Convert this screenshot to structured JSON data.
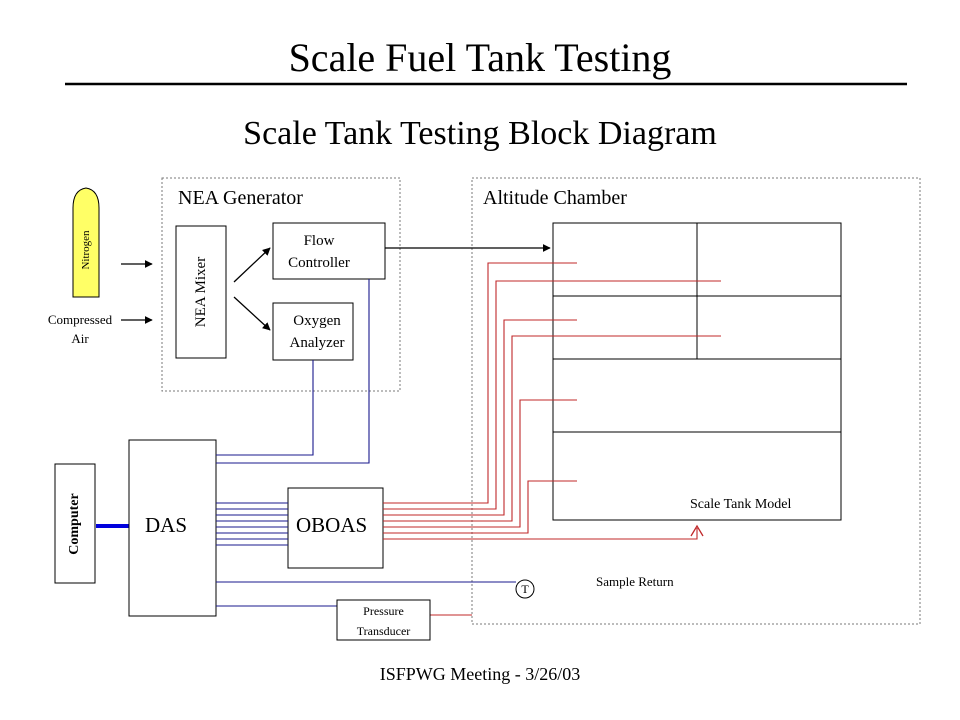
{
  "slide": {
    "title": "Scale Fuel Tank Testing",
    "subtitle": "Scale Tank Testing Block Diagram",
    "footer": "ISFPWG Meeting - 3/26/03"
  },
  "labels": {
    "nea_generator": "NEA Generator",
    "altitude_chamber": "Altitude Chamber",
    "nitrogen": "Nitrogen",
    "compressed_air_line1": "Compressed",
    "compressed_air_line2": "Air",
    "nea_mixer": "NEA Mixer",
    "flow_controller_line1": "Flow",
    "flow_controller_line2": "Controller",
    "oxygen_analyzer_line1": "Oxygen",
    "oxygen_analyzer_line2": "Analyzer",
    "computer": "Computer",
    "das": "DAS",
    "oboas": "OBOAS",
    "scale_tank_model": "Scale Tank Model",
    "sample_return": "Sample Return",
    "temperature_sensor": "T",
    "pressure_transducer_line1": "Pressure",
    "pressure_transducer_line2": "Transducer"
  },
  "colors": {
    "blue_wire": "#1a1a8c",
    "red_wire": "#c0282a",
    "bus": "#0000dd",
    "nitrogen_fill": "#ffff66",
    "dotted_border": "#7a7a7a"
  }
}
